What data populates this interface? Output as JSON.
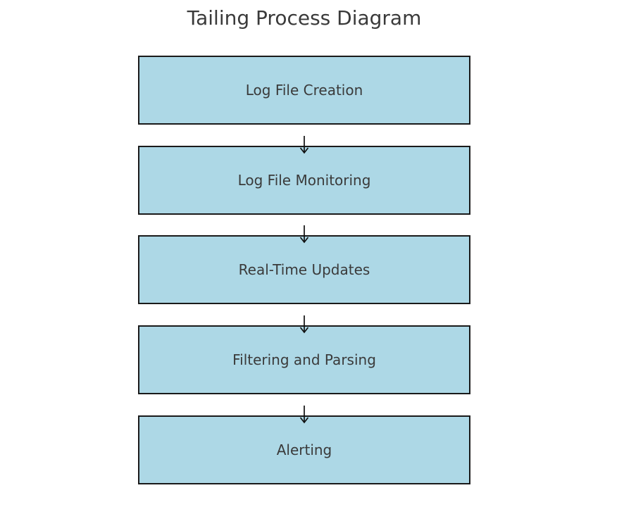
{
  "title": "Tailing Process Diagram",
  "steps": [
    {
      "label": "Log File Creation"
    },
    {
      "label": "Log File Monitoring"
    },
    {
      "label": "Real-Time Updates"
    },
    {
      "label": "Filtering and Parsing"
    },
    {
      "label": "Alerting"
    }
  ],
  "connectors": {
    "type": "down-arrow",
    "count": 4
  },
  "colors": {
    "background": "#ffffff",
    "box_fill": "#ADD8E6",
    "box_border": "#1a1a1a",
    "text": "#3a3a3a",
    "arrow": "#111111"
  }
}
